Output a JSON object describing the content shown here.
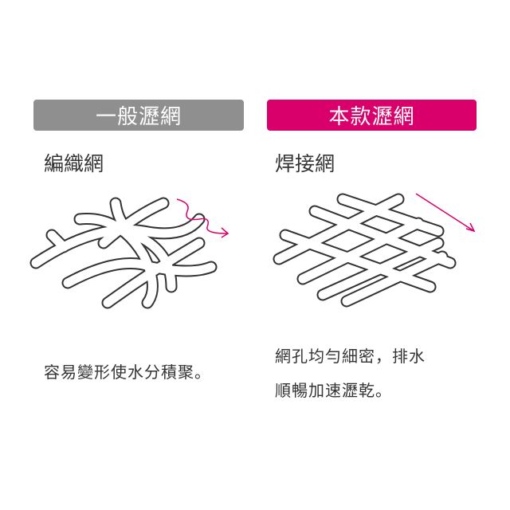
{
  "left": {
    "header": "一般瀝網",
    "subtitle": "編織網",
    "description": "容易變形使水分積聚。",
    "header_color": "#8f8f8f"
  },
  "right": {
    "header": "本款瀝網",
    "subtitle": "焊接網",
    "description_lines": [
      "網孔均勻細密，排水",
      "順暢加速瀝乾。"
    ],
    "header_color": "#d9006c"
  },
  "icons": {
    "left_flow": "wavy-arrow-icon",
    "right_flow": "straight-arrow-icon"
  }
}
